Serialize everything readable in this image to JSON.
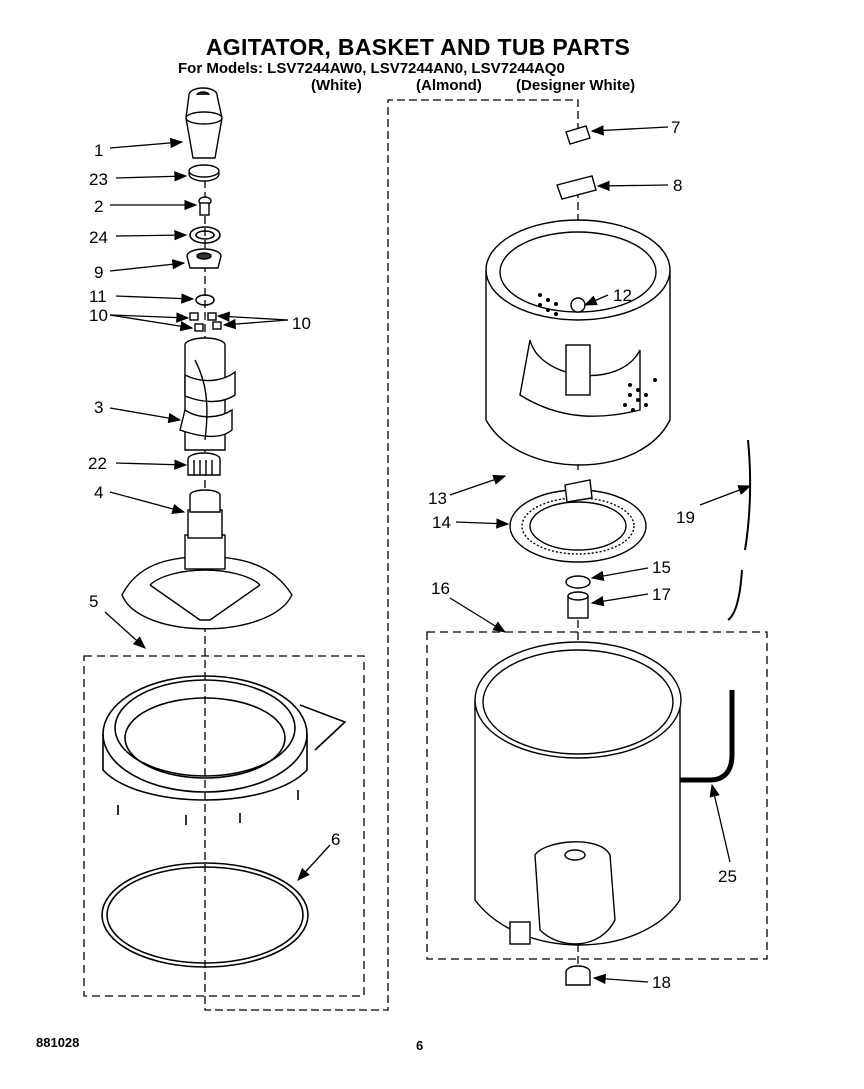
{
  "header": {
    "title": "AGITATOR, BASKET AND TUB PARTS",
    "models_line": "For Models: LSV7244AW0,  LSV7244AN0,  LSV7244AQ0",
    "variants": [
      "(White)",
      "(Almond)",
      "(Designer White)"
    ]
  },
  "parts": {
    "p1": "1",
    "p23": "23",
    "p2": "2",
    "p24": "24",
    "p9": "9",
    "p11": "11",
    "p10a": "10",
    "p10b": "10",
    "p3": "3",
    "p22": "22",
    "p4": "4",
    "p5": "5",
    "p6": "6",
    "p7": "7",
    "p8": "8",
    "p12": "12",
    "p13": "13",
    "p14": "14",
    "p15": "15",
    "p16": "16",
    "p17": "17",
    "p18": "18",
    "p19": "19",
    "p25": "25"
  },
  "footer": {
    "code": "881028",
    "page": "6"
  }
}
